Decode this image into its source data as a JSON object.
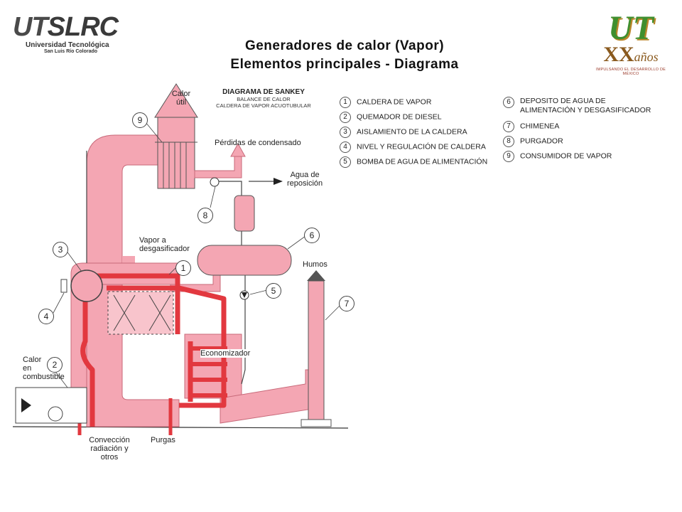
{
  "header": {
    "logo_left": {
      "brand_ut": "UT",
      "brand_rest": "SLRC",
      "line1": "Universidad Tecnológica",
      "line2": "San Luis Río Colorado"
    },
    "title_line1": "Generadores de calor (Vapor)",
    "title_line2": "Elementos principales - Diagrama",
    "logo_right": {
      "ut": "UT",
      "xx": "XX",
      "anos": "años",
      "tagline": "IMPULSANDO EL DESARROLLO DE MÉXICO"
    }
  },
  "sankey": {
    "heading": "DIAGRAMA DE SANKEY",
    "sub1": "BALANCE DE CALOR",
    "sub2": "CALDERA DE VAPOR ACUOTUBULAR"
  },
  "labels": {
    "calor_util_1": "Calor",
    "calor_util_2": "útil",
    "perdidas": "Pérdidas de condensado",
    "agua_1": "Agua de",
    "agua_2": "reposición",
    "vapor_1": "Vapor a",
    "vapor_2": "desgasificador",
    "humos": "Humos",
    "economizador": "Economizador",
    "calor_comb_1": "Calor",
    "calor_comb_2": "en",
    "calor_comb_3": "combustible",
    "conv_1": "Convección",
    "conv_2": "radiación y",
    "conv_3": "otros",
    "purgas": "Purgas"
  },
  "callouts": [
    "1",
    "2",
    "3",
    "4",
    "5",
    "6",
    "7",
    "8",
    "9"
  ],
  "legend": [
    {
      "num": "1",
      "label": "CALDERA DE VAPOR"
    },
    {
      "num": "2",
      "label": "QUEMADOR DE DIESEL"
    },
    {
      "num": "3",
      "label": "AISLAMIENTO DE LA CALDERA"
    },
    {
      "num": "4",
      "label": "NIVEL Y REGULACIÓN DE CALDERA"
    },
    {
      "num": "5",
      "label": "BOMBA DE AGUA DE ALIMENTACIÓN"
    },
    {
      "num": "6",
      "label_1": "DEPOSITO DE AGUA DE",
      "label_2": "ALIMENTACIÓN Y DESGASIFICADOR"
    },
    {
      "num": "7",
      "label": "CHIMENEA"
    },
    {
      "num": "8",
      "label": "PURGADOR"
    },
    {
      "num": "9",
      "label": "CONSUMIDOR DE VAPOR"
    }
  ],
  "colors": {
    "flow_pink": "#f4a6b3",
    "flow_red": "#e2383f",
    "line": "#333333"
  }
}
